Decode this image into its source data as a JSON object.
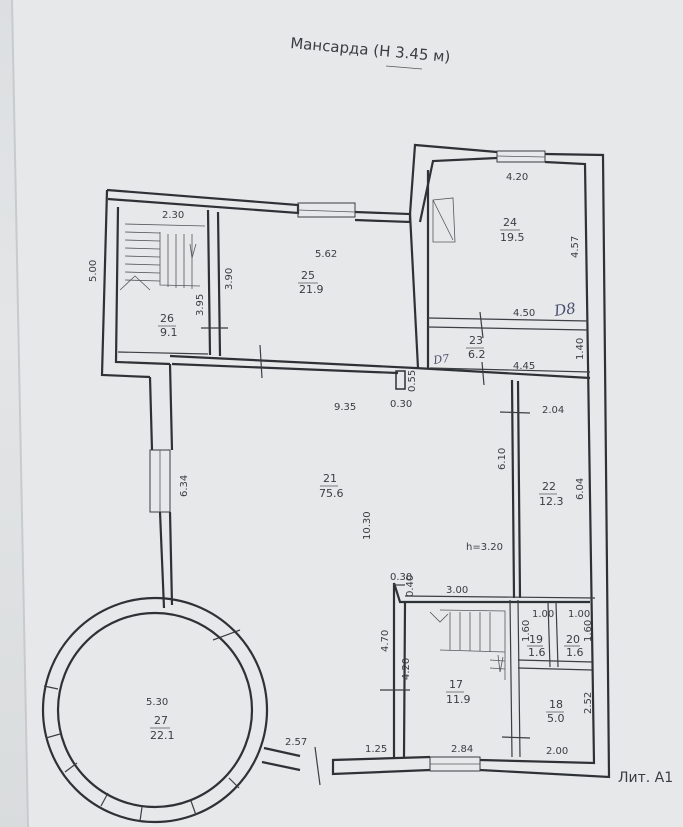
{
  "title": "Мансарда (Н 3.45 м)",
  "lit": "Лит. А1",
  "rooms": [
    {
      "id": "r26",
      "num": "26",
      "area": "9.1"
    },
    {
      "id": "r25",
      "num": "25",
      "area": "21.9"
    },
    {
      "id": "r24",
      "num": "24",
      "area": "19.5"
    },
    {
      "id": "r23",
      "num": "23",
      "area": "6.2"
    },
    {
      "id": "r21",
      "num": "21",
      "area": "75.6"
    },
    {
      "id": "r22",
      "num": "22",
      "area": "12.3"
    },
    {
      "id": "r19",
      "num": "19",
      "area": "1.6"
    },
    {
      "id": "r20",
      "num": "20",
      "area": "1.6"
    },
    {
      "id": "r17",
      "num": "17",
      "area": "11.9"
    },
    {
      "id": "r18",
      "num": "18",
      "area": "5.0"
    },
    {
      "id": "r27",
      "num": "27",
      "area": "22.1"
    }
  ],
  "dimensions": {
    "d230": "2.30",
    "d500": "5.00",
    "d390": "3.90",
    "d395": "3.95",
    "d562": "5.62",
    "d420a": "4.20",
    "d457": "4.57",
    "d450": "4.50",
    "d140": "1.40",
    "d445": "4.45",
    "d055": "0.55",
    "d030a": "0.30",
    "d935": "9.35",
    "d204": "2.04",
    "d610": "6.10",
    "d634": "6.34",
    "d1030": "10.30",
    "d604": "6.04",
    "h320": "h=3.20",
    "d030b": "0.30",
    "d040": "0.40",
    "d300": "3.00",
    "d100a": "1.00",
    "d100b": "1.00",
    "d160a": "1.60",
    "d160b": "1.60",
    "d470": "4.70",
    "d420b": "4.20",
    "d252": "2.52",
    "d530": "5.30",
    "d257": "2.57",
    "d125": "1.25",
    "d284": "2.84",
    "d200": "2.00"
  },
  "handwritten": {
    "d8": "D8",
    "d7": "D7"
  }
}
